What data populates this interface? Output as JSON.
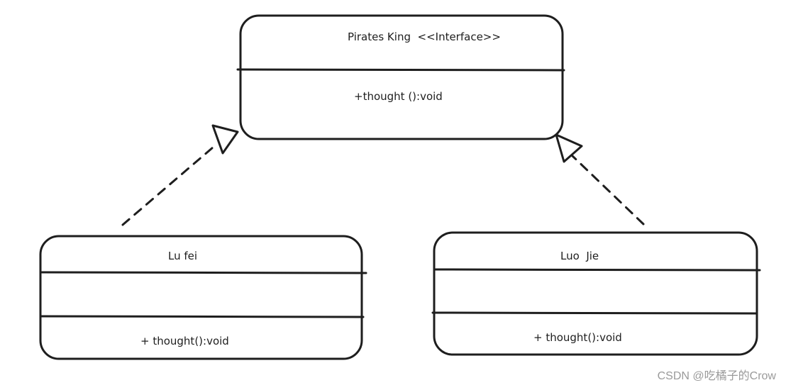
{
  "colors": {
    "stroke": "#1e1e1e",
    "background": "#ffffff",
    "watermark": "#9a9a9a"
  },
  "classes": {
    "interface": {
      "title": "Pirates King  <<Interface>>",
      "method": "+thought ():void"
    },
    "lufei": {
      "title": "Lu fei",
      "method": "+ thought():void"
    },
    "luojie": {
      "title": "Luo  Jie",
      "method": "+ thought():void"
    }
  },
  "relations": [
    {
      "from": "lufei",
      "to": "interface",
      "type": "realization"
    },
    {
      "from": "luojie",
      "to": "interface",
      "type": "realization"
    }
  ],
  "watermark": "CSDN @吃橘子的Crow"
}
